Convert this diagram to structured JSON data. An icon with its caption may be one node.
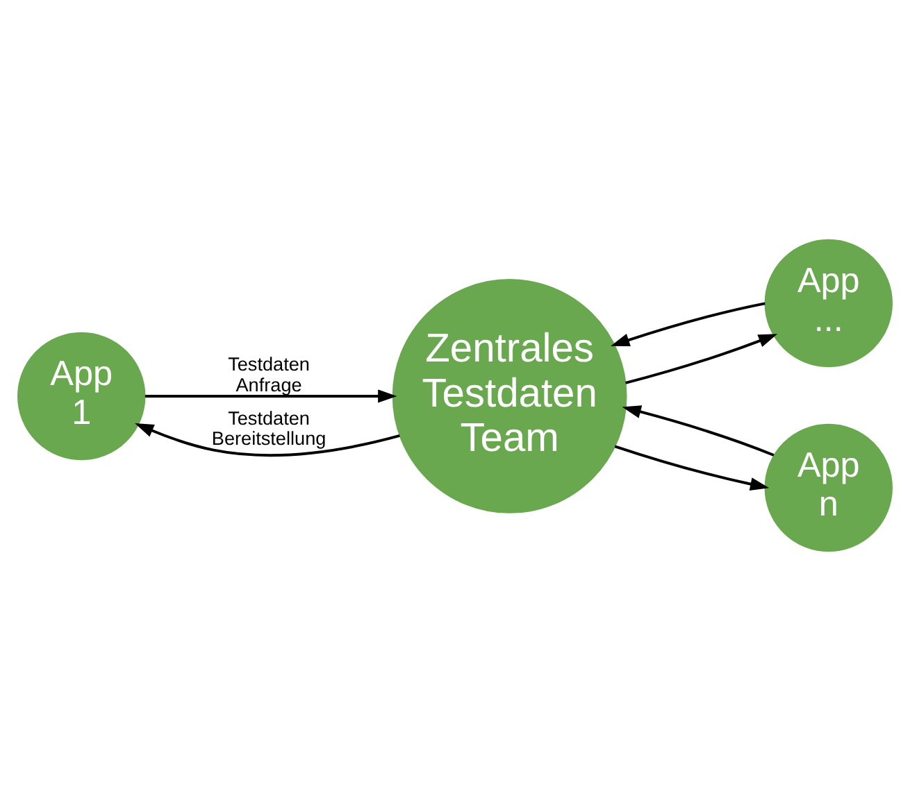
{
  "diagram": {
    "nodes": [
      {
        "text": [
          "App 1"
        ]
      },
      {
        "text": [
          "App ..."
        ]
      },
      {
        "text": [
          "App n"
        ]
      },
      {
        "text": [
          "Zentrales Testdaten Team"
        ]
      }
    ],
    "edges": [
      {
        "from": 0,
        "to": 3,
        "arrow": "to",
        "label": "Testdaten Anfrage"
      },
      {
        "from": 3,
        "to": 0,
        "arrow": "to",
        "label": "Testdaten Bereitstellung"
      },
      {
        "from": 1,
        "to": 3,
        "arrow": "to"
      },
      {
        "from": 3,
        "to": 1,
        "arrow": "to"
      },
      {
        "from": 2,
        "to": 3,
        "arrow": "to"
      },
      {
        "from": 3,
        "to": 2,
        "arrow": "to"
      }
    ]
  }
}
